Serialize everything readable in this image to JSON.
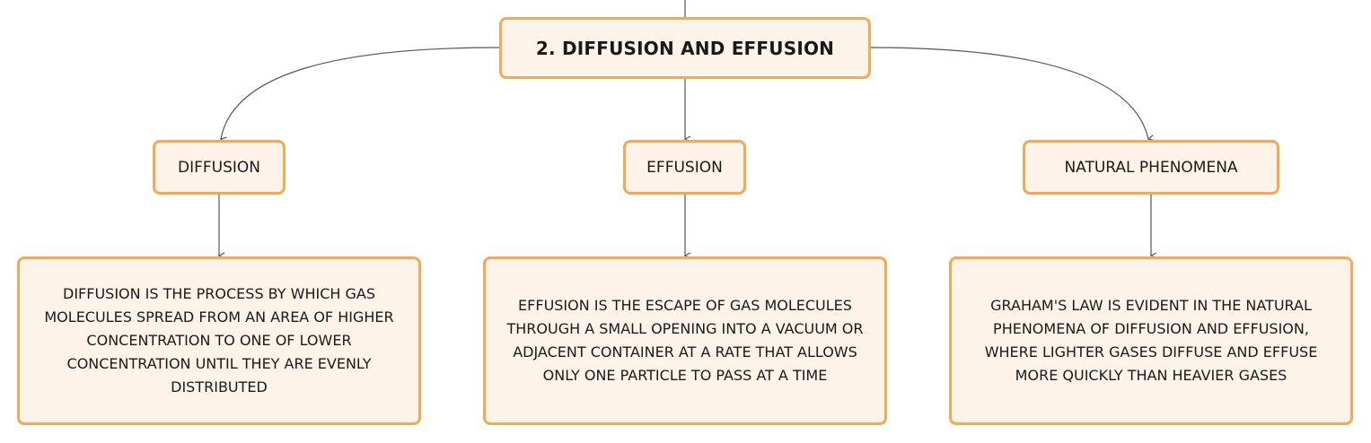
{
  "root": {
    "label": "2. DIFFUSION AND EFFUSION"
  },
  "topics": [
    {
      "label": "DIFFUSION",
      "description": "DIFFUSION IS THE PROCESS BY WHICH GAS MOLECULES SPREAD FROM AN AREA OF HIGHER CONCENTRATION TO ONE OF LOWER CONCENTRATION UNTIL THEY ARE EVENLY DISTRIBUTED"
    },
    {
      "label": "EFFUSION",
      "description": "EFFUSION IS THE ESCAPE OF GAS MOLECULES THROUGH A SMALL OPENING INTO A VACUUM OR ADJACENT CONTAINER AT A RATE THAT ALLOWS ONLY ONE PARTICLE TO PASS AT A TIME"
    },
    {
      "label": "NATURAL PHENOMENA",
      "description": "GRAHAM'S LAW IS EVIDENT IN THE NATURAL PHENOMENA OF DIFFUSION AND EFFUSION, WHERE LIGHTER GASES DIFFUSE AND EFFUSE MORE QUICKLY THAN HEAVIER GASES"
    }
  ],
  "colors": {
    "node_fill": "#fdf3e8",
    "node_border": "#f2aa55",
    "connector": "#555555"
  }
}
